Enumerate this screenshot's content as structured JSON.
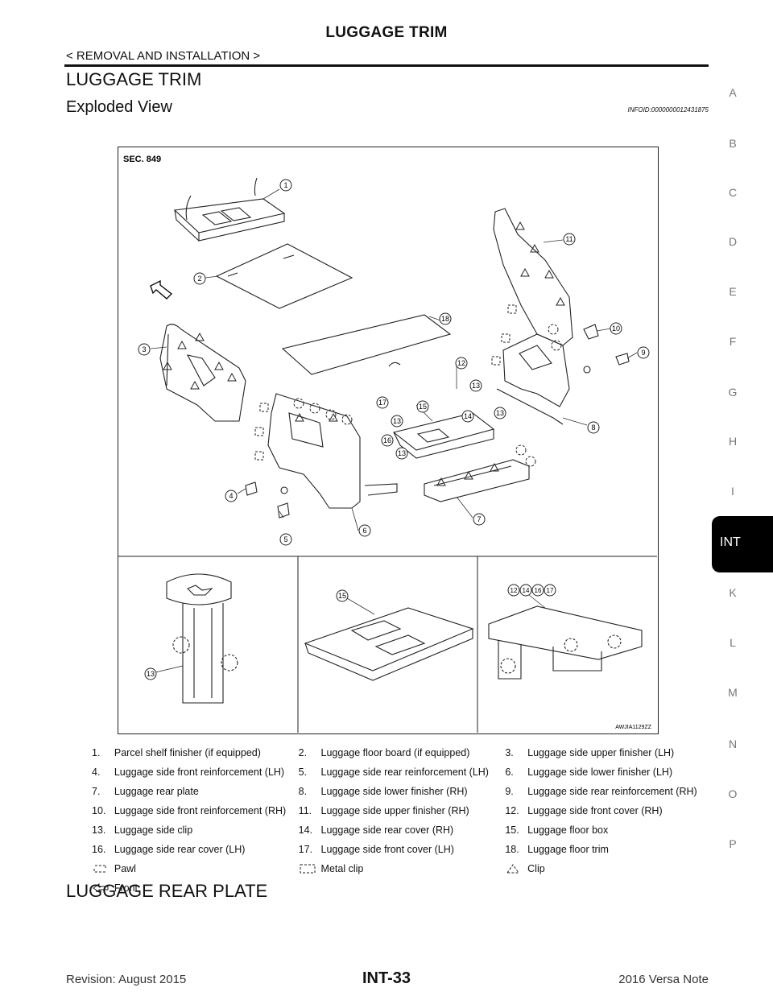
{
  "header": {
    "title": "LUGGAGE TRIM",
    "breadcrumb": "< REMOVAL AND INSTALLATION >"
  },
  "section_title": "LUGGAGE TRIM",
  "subsection": {
    "title": "Exploded View",
    "info_id": "INFOID:0000000012431875"
  },
  "figure": {
    "sec_label": "SEC. 849",
    "image_code": "AWJIA1129ZZ",
    "callouts": [
      "1",
      "2",
      "3",
      "4",
      "5",
      "6",
      "7",
      "8",
      "9",
      "10",
      "11",
      "12",
      "13",
      "13",
      "13",
      "13",
      "14",
      "15",
      "16",
      "17",
      "18"
    ],
    "inset_callouts": [
      "13",
      "15",
      "12",
      "14",
      "16",
      "17"
    ]
  },
  "legend": {
    "rows": [
      [
        {
          "num": "1.",
          "text": "Parcel shelf finisher (if equipped)"
        },
        {
          "num": "2.",
          "text": "Luggage floor board (if equipped)"
        },
        {
          "num": "3.",
          "text": "Luggage side upper finisher (LH)"
        }
      ],
      [
        {
          "num": "4.",
          "text": "Luggage side front reinforcement (LH)"
        },
        {
          "num": "5.",
          "text": "Luggage side rear reinforcement (LH)"
        },
        {
          "num": "6.",
          "text": "Luggage side lower finisher (LH)"
        }
      ],
      [
        {
          "num": "7.",
          "text": "Luggage rear plate"
        },
        {
          "num": "8.",
          "text": "Luggage side lower finisher (RH)"
        },
        {
          "num": "9.",
          "text": "Luggage side rear reinforcement (RH)"
        }
      ],
      [
        {
          "num": "10.",
          "text": "Luggage side front reinforcement (RH)"
        },
        {
          "num": "11.",
          "text": "Luggage side upper finisher (RH)"
        },
        {
          "num": "12.",
          "text": "Luggage side front cover (RH)"
        }
      ],
      [
        {
          "num": "13.",
          "text": "Luggage side clip"
        },
        {
          "num": "14.",
          "text": "Luggage side rear cover (RH)"
        },
        {
          "num": "15.",
          "text": "Luggage floor box"
        }
      ],
      [
        {
          "num": "16.",
          "text": "Luggage side rear cover (LH)"
        },
        {
          "num": "17.",
          "text": "Luggage side front cover (LH)"
        },
        {
          "num": "18.",
          "text": "Luggage floor trim"
        }
      ]
    ],
    "symbols": {
      "pawl": "Pawl",
      "metal_clip": "Metal clip",
      "clip": "Clip",
      "front": "Front"
    }
  },
  "bottom_section_title": "LUGGAGE REAR PLATE",
  "footer": {
    "revision": "Revision: August 2015",
    "page": "INT-33",
    "model": "2016 Versa Note"
  },
  "sidebar": {
    "letters": [
      "A",
      "B",
      "C",
      "D",
      "E",
      "F",
      "G",
      "H",
      "I",
      "K",
      "L",
      "M",
      "N",
      "O",
      "P"
    ],
    "active_tab": "INT"
  }
}
